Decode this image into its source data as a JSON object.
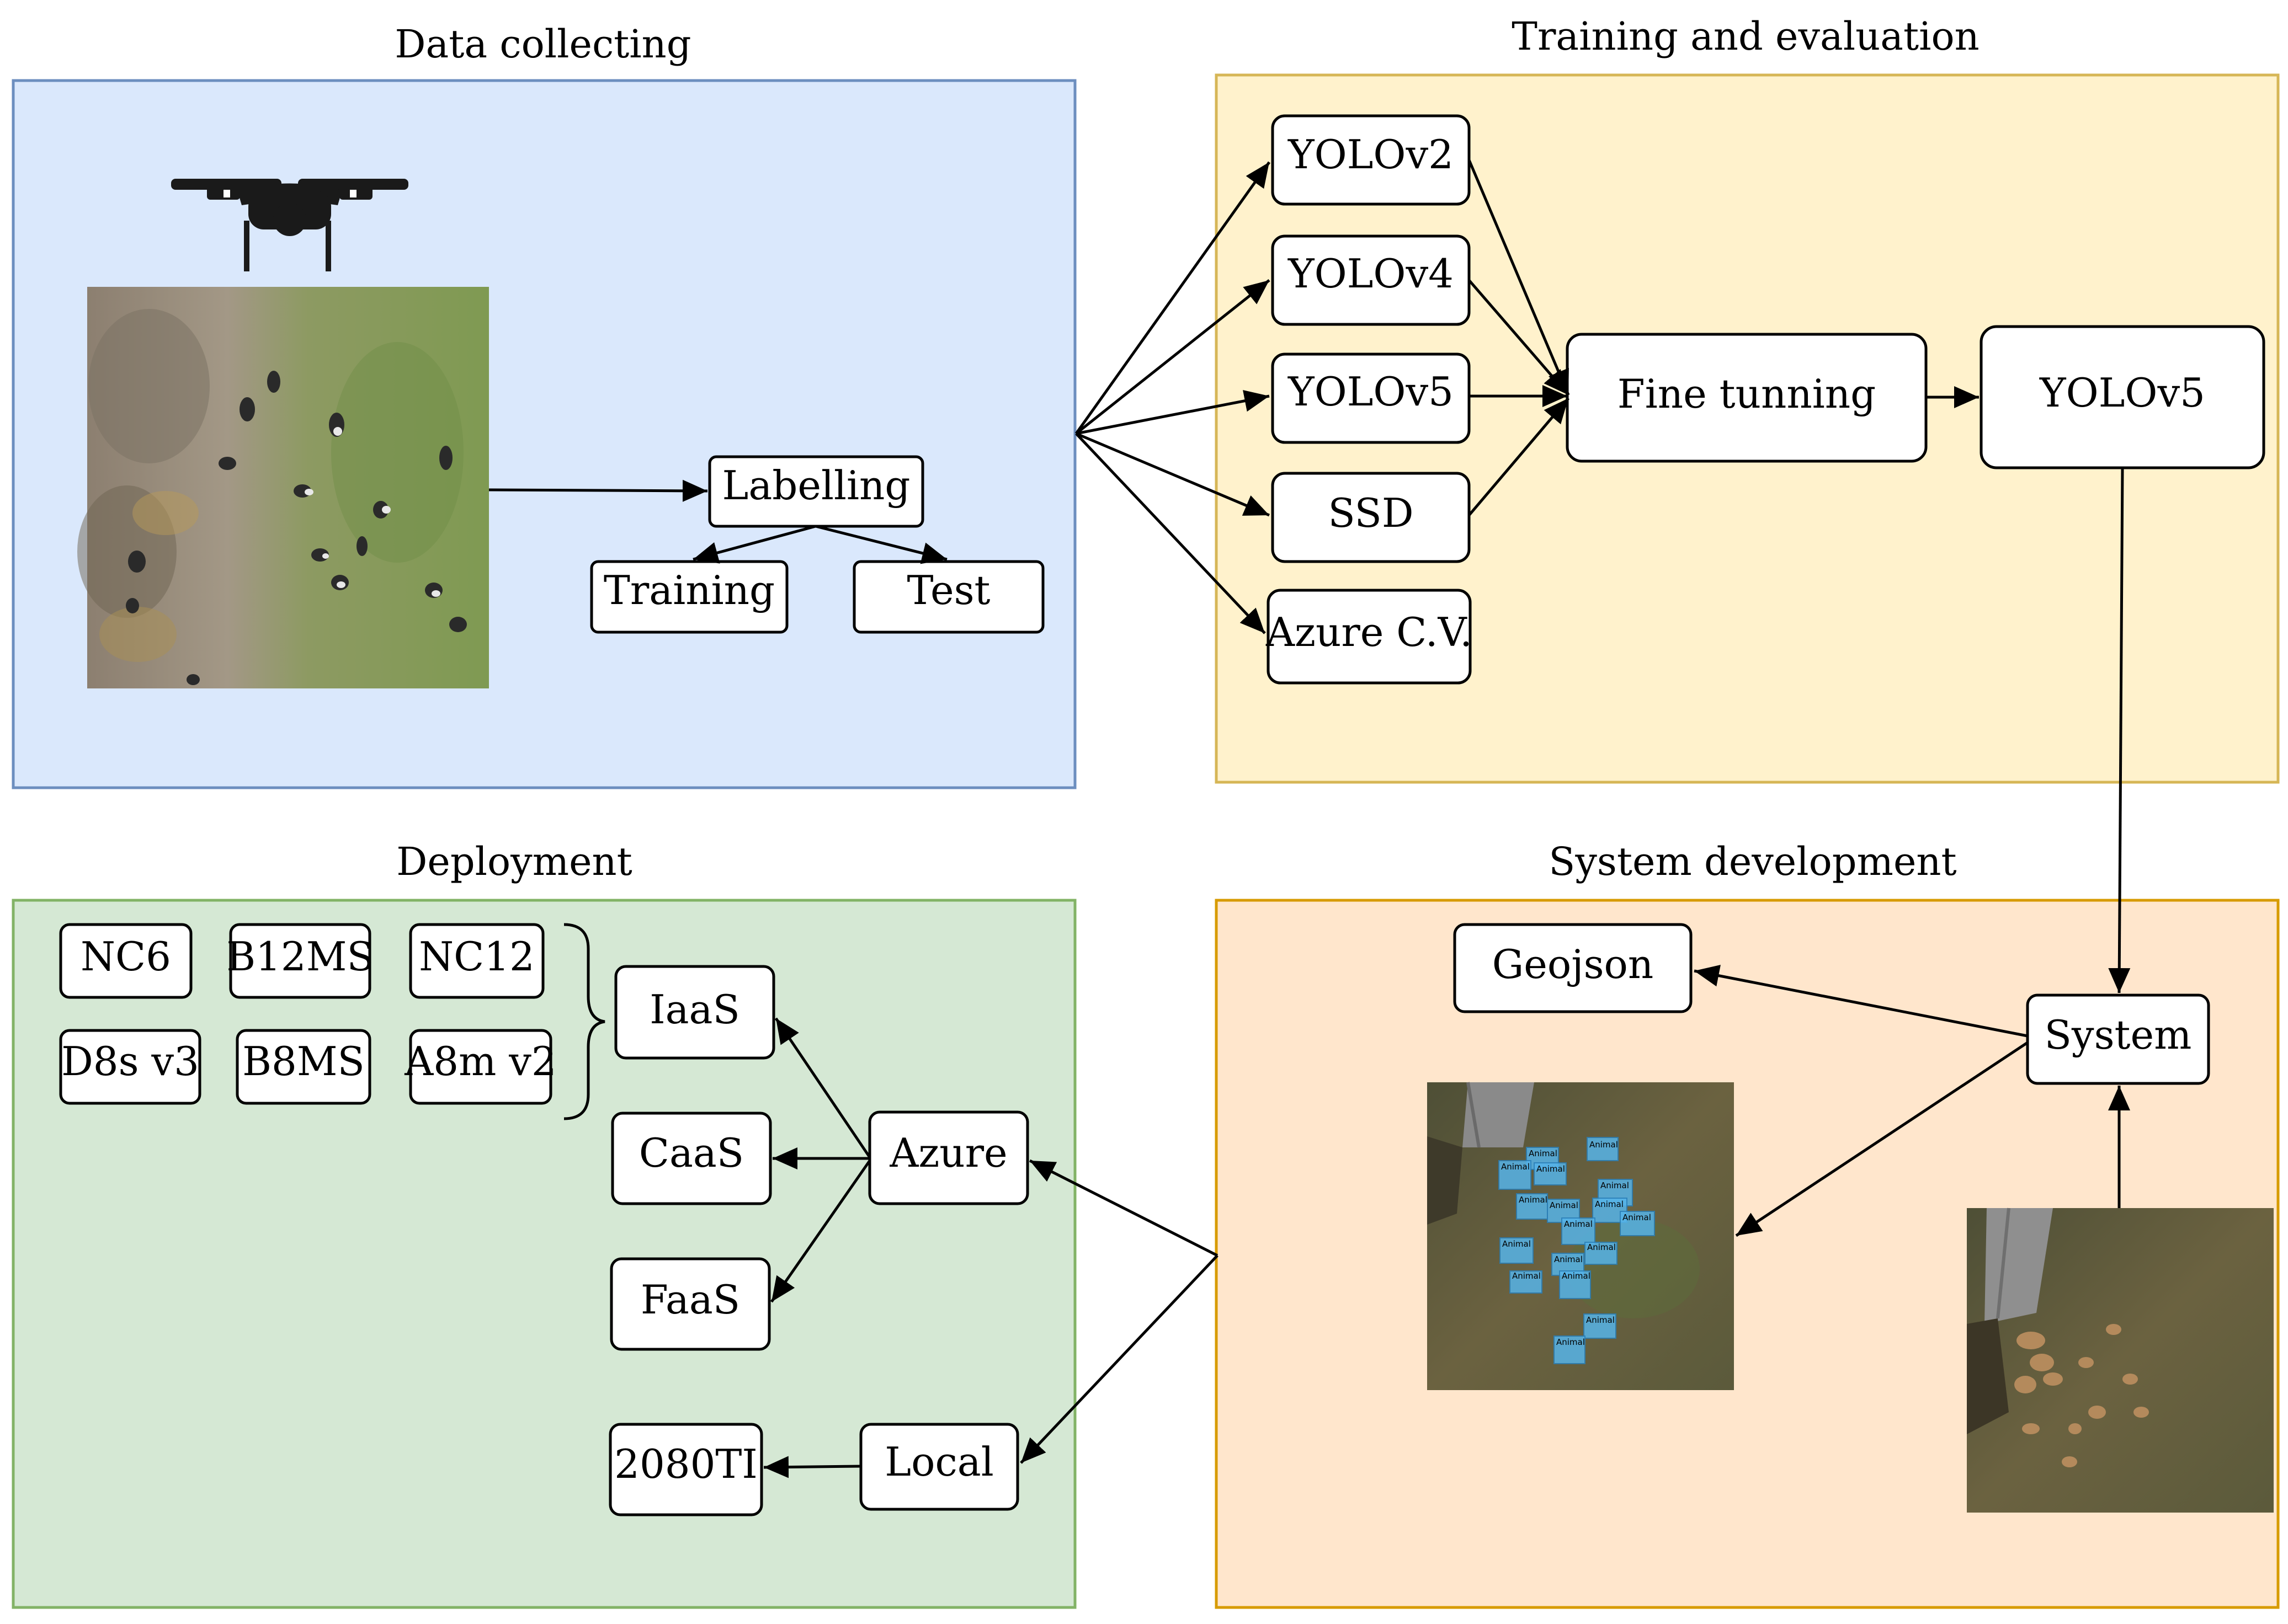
{
  "colors": {
    "data_collecting_fill": "#dae8fc",
    "data_collecting_border": "#6c8ebf",
    "training_fill": "#fff2cc",
    "training_border": "#d6b656",
    "deployment_fill": "#d5e8d4",
    "deployment_border": "#82b366",
    "system_dev_fill": "#ffe6cc",
    "system_dev_border": "#d79b00",
    "detection_tag": "#56b4e9"
  },
  "panels": {
    "data_collecting": "Data collecting",
    "training_evaluation": "Training and evaluation",
    "deployment": "Deployment",
    "system_development": "System development"
  },
  "nodes": {
    "labelling": "Labelling",
    "training": "Training",
    "test": "Test",
    "yolov2": "YOLOv2",
    "yolov4": "YOLOv4",
    "yolov5_candidate": "YOLOv5",
    "ssd": "SSD",
    "azure_cv": "Azure C.V.",
    "fine_tunning": "Fine tunning",
    "yolov5_selected": "YOLOv5",
    "geojson": "Geojson",
    "system": "System",
    "nc6": "NC6",
    "b12ms": "B12MS",
    "nc12": "NC12",
    "d8s_v3": "D8s v3",
    "b8ms": "B8MS",
    "a8m_v2": "A8m v2",
    "iaas": "IaaS",
    "caas": "CaaS",
    "faas": "FaaS",
    "azure": "Azure",
    "local": "Local",
    "gpu_2080ti": "2080TI"
  },
  "images": {
    "drone": "drone-icon",
    "aerial_input": "aerial-pasture-photo",
    "detection_output": "detection-result-photo",
    "aerial_barn": "aerial-barn-photo",
    "detection_label": "Animal"
  }
}
